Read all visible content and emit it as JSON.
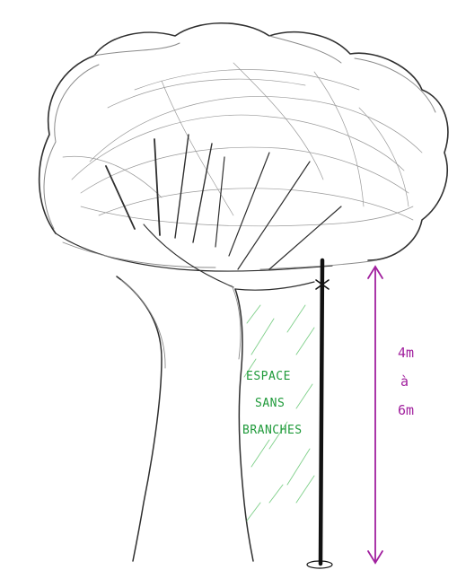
{
  "diagram": {
    "zone_label": {
      "line1": "ESPACE",
      "line2": "SANS",
      "line3": "BRANCHES"
    },
    "height_label": {
      "line1": "4m",
      "line2": "à",
      "line3": "6m"
    },
    "colors": {
      "pencil": "#2f2f2f",
      "pencil_light": "#8a8a8a",
      "pole": "#111111",
      "zone_text": "#1f9a3a",
      "zone_hatch": "#7fd08a",
      "arrow": "#a1209e"
    }
  }
}
